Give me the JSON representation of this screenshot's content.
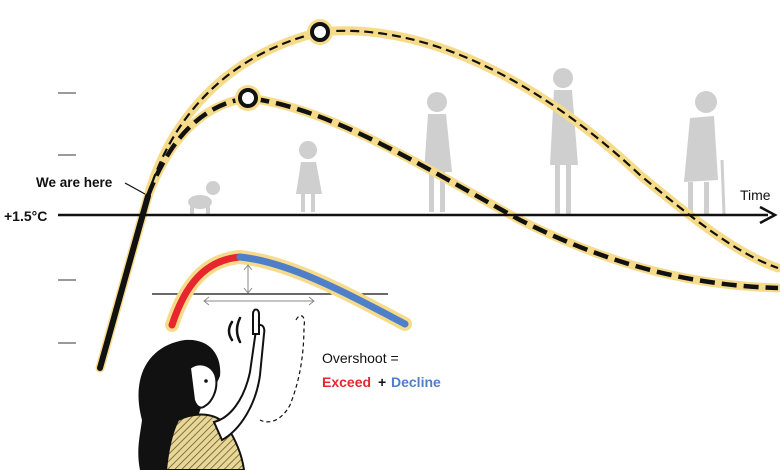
{
  "labels": {
    "threshold": "+1.5°C",
    "here": "We are here",
    "time_axis": "Time"
  },
  "inset": {
    "equation_lhs": "Overshoot =",
    "exceed": "Exceed",
    "plus": "+",
    "decline": "Decline"
  },
  "colors": {
    "line": "#111111",
    "glow": "#f6dc8a",
    "exceed": "#e8262d",
    "decline": "#4e7fc8",
    "silhouette": "#cfcfcf",
    "hatch": "#a58a2e"
  },
  "figures": [
    "baby-crawling",
    "toddler",
    "teen",
    "young-adult",
    "elderly-with-cane"
  ]
}
